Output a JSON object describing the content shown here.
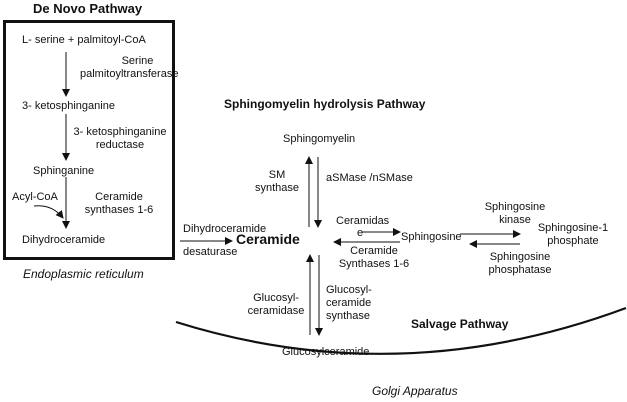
{
  "titles": {
    "de_novo": "De Novo Pathway",
    "sm_hydrolysis": "Sphingomyelin hydrolysis Pathway",
    "salvage": "Salvage Pathway"
  },
  "compartments": {
    "er": "Endoplasmic reticulum",
    "golgi": "Golgi Apparatus"
  },
  "de_novo": {
    "substrate": "L- serine + palmitoyl-CoA",
    "enzyme1_line1": "Serine",
    "enzyme1_line2": "palmitoyltransferase",
    "product1": "3- ketosphinganine",
    "enzyme2_line1": "3- ketosphinganine",
    "enzyme2_line2": "reductase",
    "product2": "Sphinganine",
    "cofactor": "Acyl-CoA",
    "enzyme3_line1": "Ceramide",
    "enzyme3_line2": "synthases 1-6",
    "product3": "Dihydroceramide"
  },
  "center": {
    "ceramide": "Ceramide",
    "dhc_line1": "Dihydroceramide",
    "dhc_line2": "desaturase"
  },
  "sm": {
    "sphingomyelin": "Sphingomyelin",
    "synthase_line1": "SM",
    "synthase_line2": "synthase",
    "smase": "aSMase /nSMase"
  },
  "gluco": {
    "product": "Glucosylceramide",
    "ceramidase_line1": "Glucosyl-",
    "ceramidase_line2": "ceramidase",
    "synthase_line1": "Glucosyl-",
    "synthase_line2": "ceramide",
    "synthase_line3": "synthase"
  },
  "salvage": {
    "ceramidase_part1": "Ceramidas",
    "ceramidase_part2": "e",
    "synthase_line1": "Ceramide",
    "synthase_line2": "Synthases 1-6",
    "sphingosine": "Sphingosine",
    "kinase_line1": "Sphingosine",
    "kinase_line2": "kinase",
    "s1p_line1": "Sphingosine-1",
    "s1p_line2": "phosphate",
    "phosphatase_line1": "Sphingosine",
    "phosphatase_line2": "phosphatase"
  }
}
